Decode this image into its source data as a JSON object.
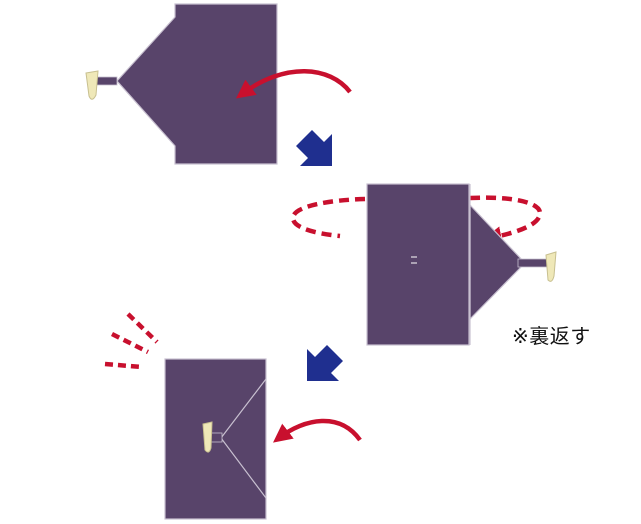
{
  "note": {
    "text": "※裏返す"
  },
  "colors": {
    "cloth": "#58446a",
    "cloth_edge": "#c8c0d0",
    "arrow_red": "#c8102e",
    "arrow_blue": "#1f2f8f",
    "tag": "#efe8b8",
    "tag_edge": "#c8c090"
  },
  "steps": [
    {
      "label": "step-1",
      "arrow": "fold-left-arrow"
    },
    {
      "label": "step-2",
      "arrow": "turn-over-arrow"
    },
    {
      "label": "step-3",
      "arrow": "fold-right-arrow"
    }
  ]
}
